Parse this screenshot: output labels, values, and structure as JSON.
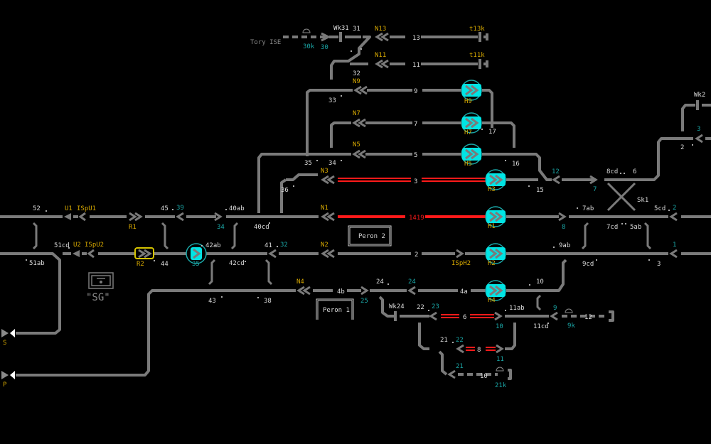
{
  "colors": {
    "background": "#000000",
    "track": "#7a7a7a",
    "occupied": "#ff1a1a",
    "signal_label": "#d6a800",
    "track_number": "#1aa6a6",
    "signal_active": "#00e5e5",
    "text": "#dcdcdc"
  },
  "labels": {
    "tory_ise": "Tory ISE",
    "wk31": "Wk31",
    "n31": "31",
    "n13sig": "N13",
    "t13": "13",
    "t13k": "t13k",
    "k30": "30k",
    "n30": "30",
    "n11sig": "N11",
    "t11": "11",
    "t11k": "t11k",
    "n32": "32",
    "n9sig": "N9",
    "t9": "9",
    "n33": "33",
    "n7sig": "N7",
    "t7": "7",
    "n17": "17",
    "n5sig": "N5",
    "t5": "5",
    "n35": "35",
    "n34a": "34",
    "n16": "16",
    "n3sig": "N3",
    "t3": "3",
    "n36": "36",
    "n15": "15",
    "c12": "12",
    "c7": "7",
    "n8cd": "8cd",
    "n6": "6",
    "sk1": "Sk1",
    "wk2": "Wk2",
    "c3": "3",
    "n2": "2",
    "n52": "52",
    "u1": "U1",
    "ispu1": "ISpU1",
    "r1": "R1",
    "n45": "45",
    "c39": "39",
    "c34": "34",
    "n40ab": "40ab",
    "n40cd": "40cd",
    "n1sig": "N1",
    "t1419": "1419",
    "peron2": "Peron 2",
    "h1": "H1",
    "n7ab": "7ab",
    "c8": "8",
    "n7cd": "7cd",
    "n5ab": "5ab",
    "n5cd": "5cd",
    "c2": "2",
    "n51cd": "51cd",
    "u2": "U2",
    "ispu2": "ISpU2",
    "n51ab": "51ab",
    "r2": "R2",
    "n44": "44",
    "n42ab": "42ab",
    "c35": "35",
    "n42cd": "42cd",
    "n41": "41",
    "c32": "32",
    "n2sig": "N2",
    "t2": "2",
    "isph2": "ISpH2",
    "h2": "H2",
    "n9ab": "9ab",
    "n9cd": "9cd",
    "c1": "1",
    "n3": "3",
    "sg": "\"SG\"",
    "n43": "43",
    "n38": "38",
    "n4sig": "N4",
    "t4b": "4b",
    "c25": "25",
    "n24": "24",
    "c24": "24",
    "t4a": "4a",
    "h4": "H4",
    "n10": "10",
    "peron1": "Peron 1",
    "wk24": "Wk24",
    "n22": "22",
    "c23": "23",
    "t6": "6",
    "c10": "10",
    "n11ab": "11ab",
    "n11cd": "11cd",
    "c9": "9",
    "k9": "9k",
    "t12": "12",
    "n21": "21",
    "c22": "22",
    "t8": "8",
    "c11": "11",
    "c21": "21",
    "t10": "10",
    "k21": "21k",
    "h9": "H9",
    "h7": "H7",
    "h5": "H5",
    "h3": "H3",
    "s": "S",
    "p": "P"
  }
}
